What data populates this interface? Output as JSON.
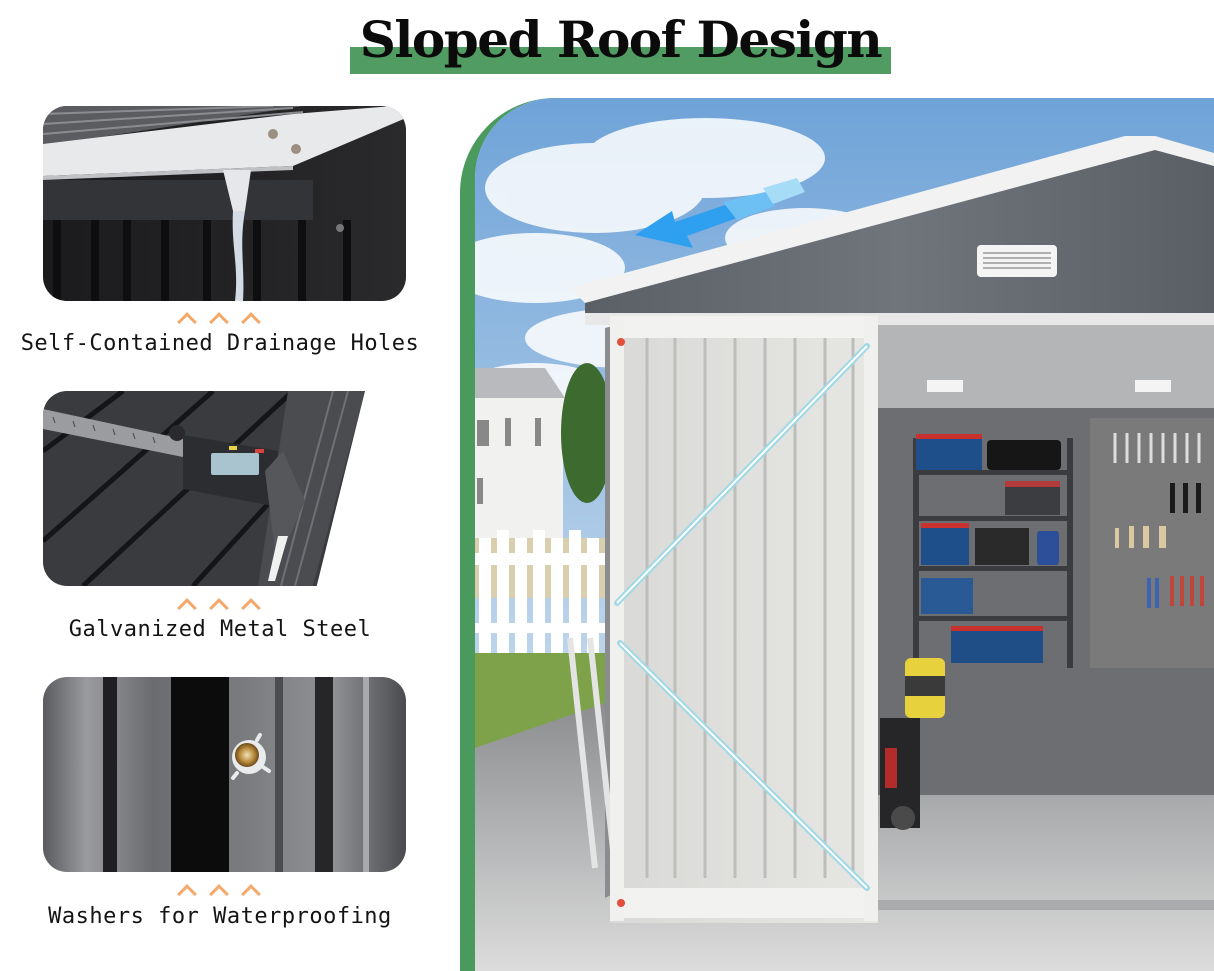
{
  "header": {
    "title": "Sloped Roof Design",
    "band_color": "#519c63"
  },
  "features": [
    {
      "caption": "Self-Contained Drainage Holes",
      "image": "drainage-spout-photo",
      "indicator_icon": "triple-chevron-up-icon"
    },
    {
      "caption": "Galvanized Metal Steel",
      "image": "caliper-measuring-steel-photo",
      "indicator_icon": "triple-chevron-up-icon"
    },
    {
      "caption": "Washers for Waterproofing",
      "image": "washer-screw-closeup-photo",
      "indicator_icon": "triple-chevron-up-icon"
    }
  ],
  "hero": {
    "image": "shed-open-door-photo",
    "annotation_icon": "airflow-arrow-left-icon",
    "frame_color": "#4a9a5e"
  },
  "colors": {
    "accent_green": "#519c63",
    "chevron_orange": "#f4a86a",
    "arrow_blue": "#3aa7ef"
  }
}
